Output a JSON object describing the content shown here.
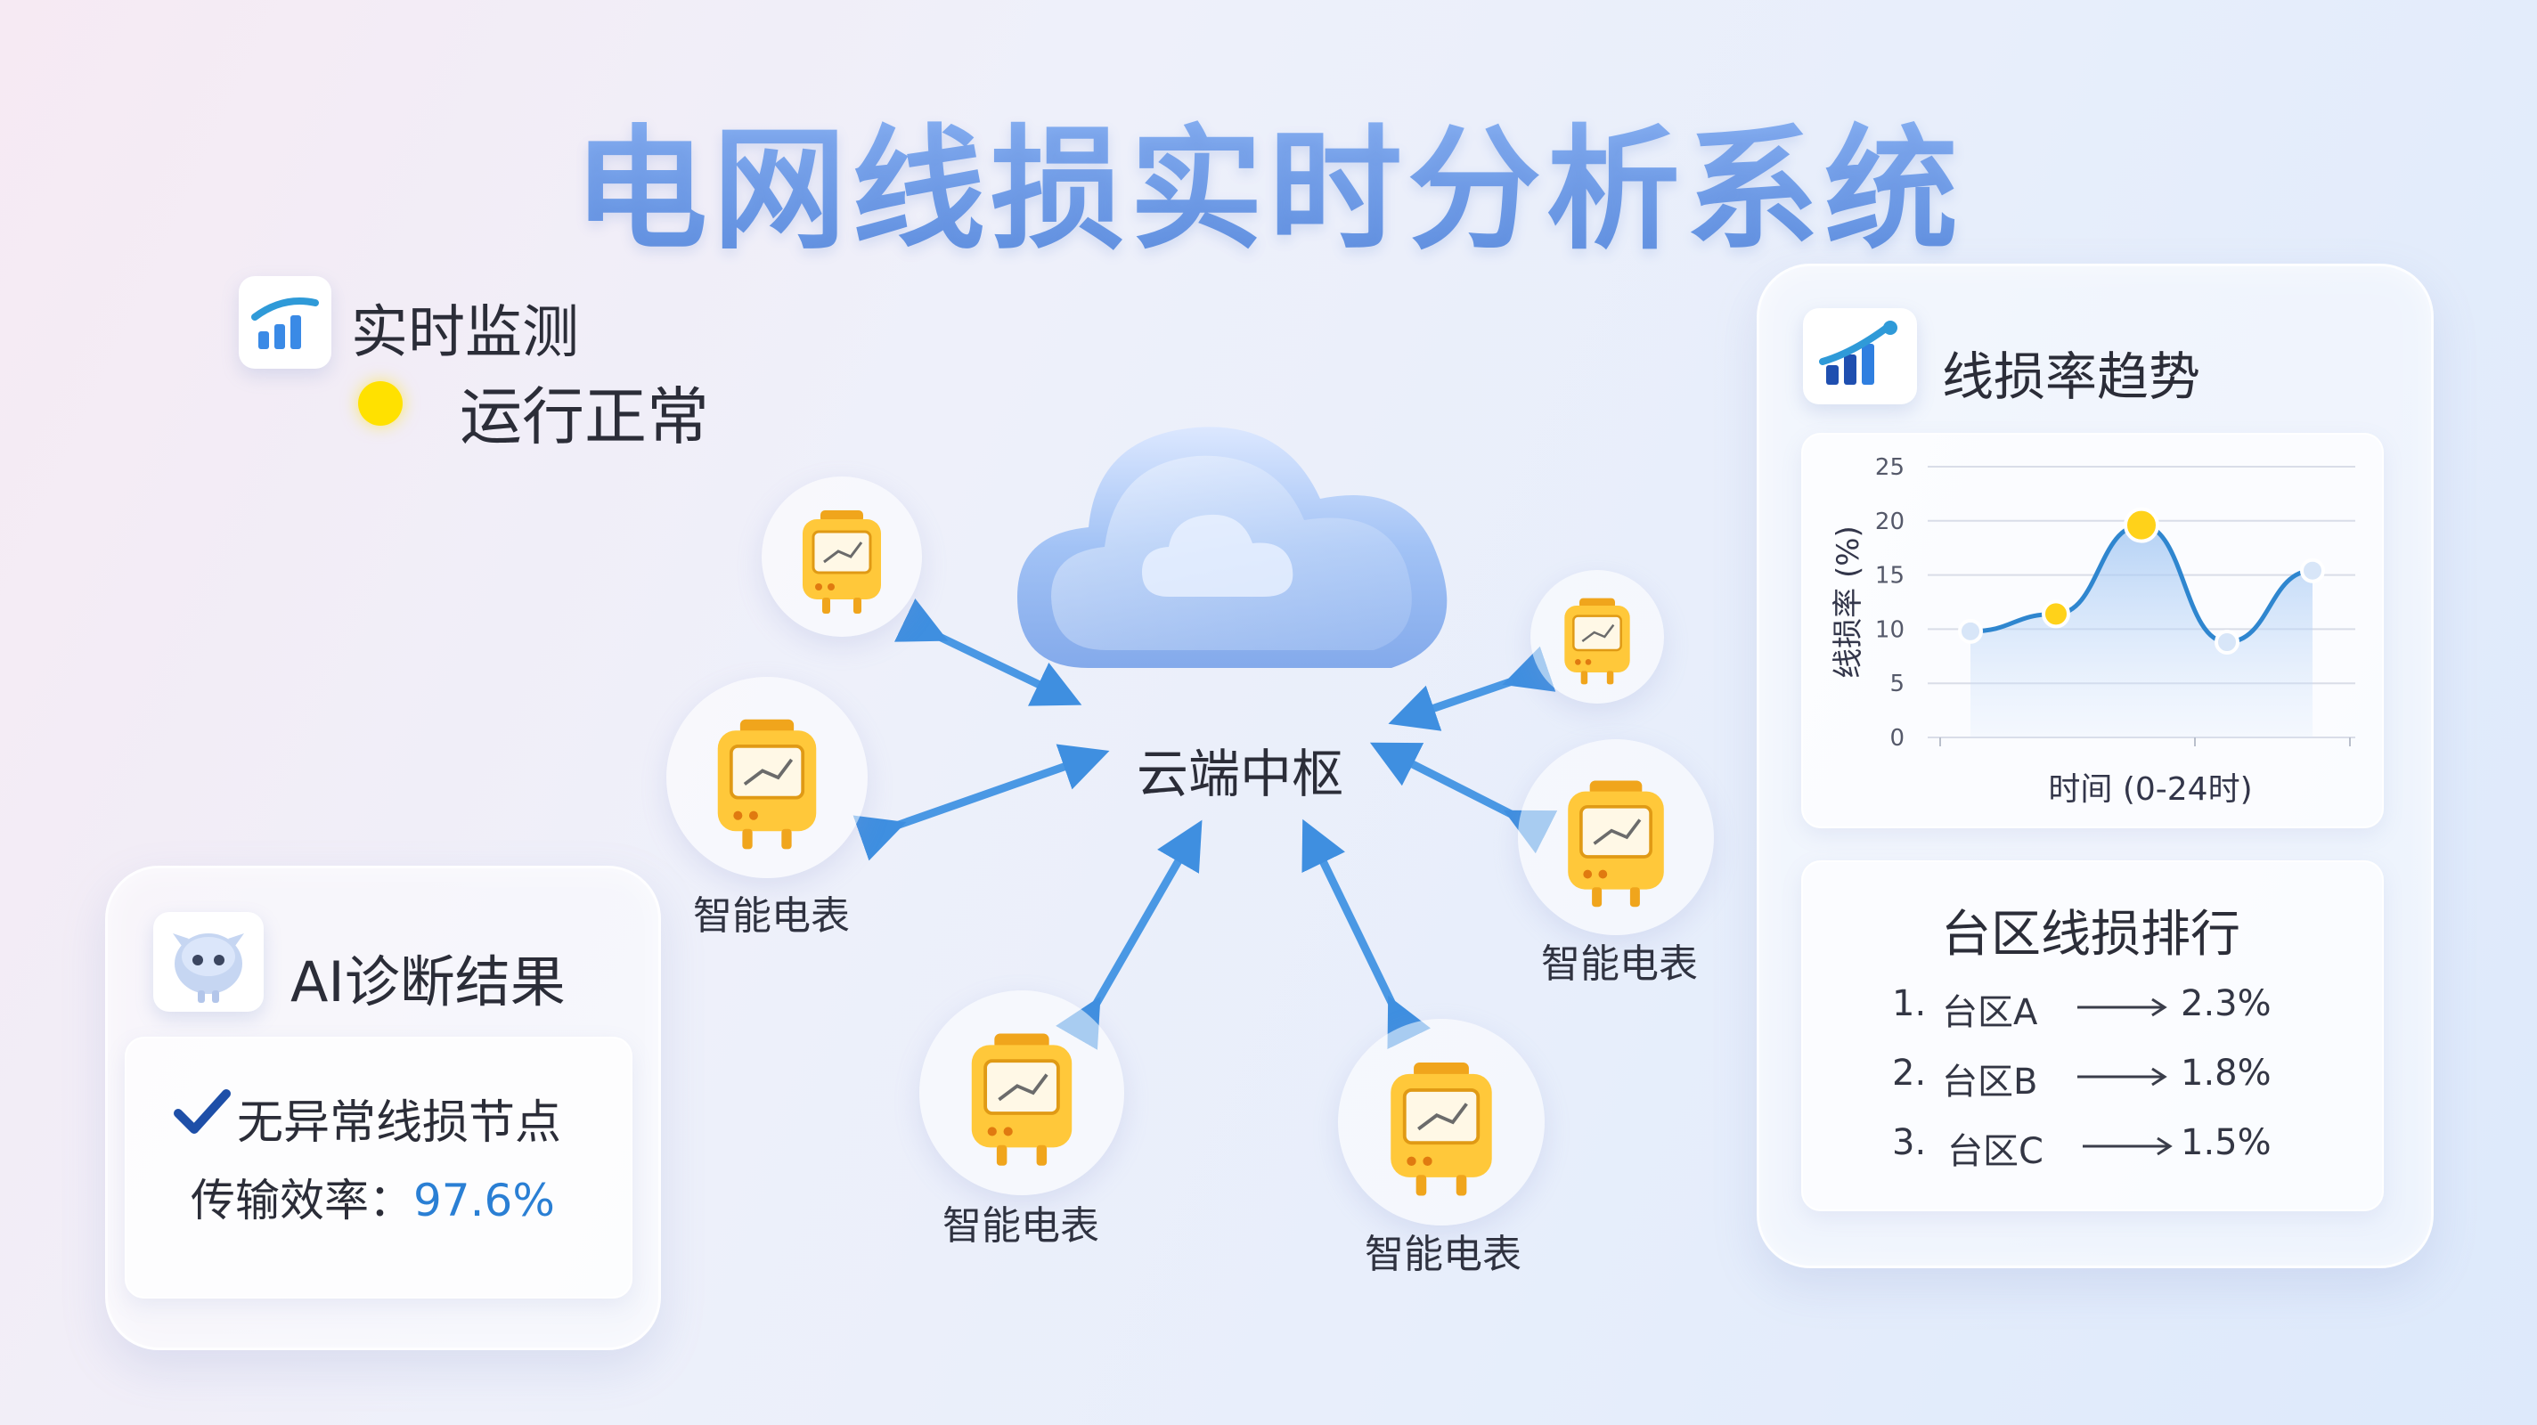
{
  "title": "电网线损实时分析系统",
  "monitor": {
    "label": "实时监测",
    "status_text": "运行正常",
    "status_color": "#ffe100"
  },
  "hub": {
    "label": "云端中枢"
  },
  "meters": [
    {
      "label": ""
    },
    {
      "label": "智能电表"
    },
    {
      "label": ""
    },
    {
      "label": "智能电表"
    },
    {
      "label": "智能电表"
    },
    {
      "label": "智能电表"
    }
  ],
  "ai": {
    "title": "AI诊断结果",
    "check_text": "无异常线损节点",
    "efficiency_label": "传输效率：",
    "efficiency_value": "97.6%",
    "accent": "#2a7fd4"
  },
  "trend": {
    "title": "线损率趋势"
  },
  "chart_data": {
    "type": "line",
    "x": [
      2,
      6,
      10,
      14,
      18
    ],
    "values": [
      9.8,
      11.4,
      19.6,
      8.8,
      15.4
    ],
    "highlight": [
      false,
      true,
      true,
      false,
      false
    ],
    "xlabel": "时间 (0-24时)",
    "ylabel": "线损率 (%)",
    "xlim": [
      0,
      20
    ],
    "ylim": [
      0,
      25
    ],
    "yticks": [
      "0",
      "5",
      "10",
      "15",
      "20",
      "25"
    ],
    "grid": true
  },
  "ranking": {
    "title": "台区线损排行",
    "items": [
      {
        "index": "1.",
        "name": "台区A",
        "value": "2.3%"
      },
      {
        "index": "2.",
        "name": "台区B",
        "value": "1.8%"
      },
      {
        "index": "3.",
        "name": "台区C",
        "value": "1.5%"
      }
    ]
  }
}
